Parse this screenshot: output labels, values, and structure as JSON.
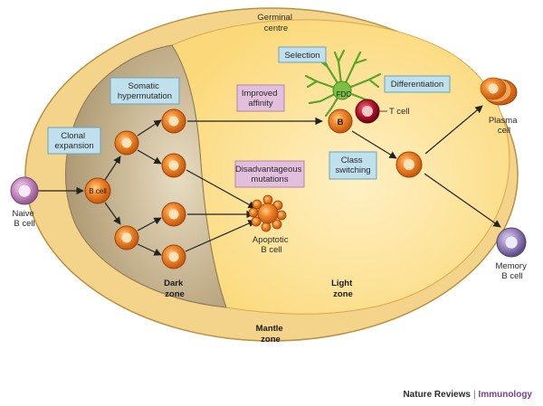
{
  "labels": {
    "germinal_centre": [
      "Germinal",
      "centre"
    ],
    "mantle_zone": [
      "Mantle",
      "zone"
    ],
    "dark_zone": [
      "Dark",
      "zone"
    ],
    "light_zone": [
      "Light",
      "zone"
    ],
    "naive_b_cell": [
      "Naive",
      "B cell"
    ],
    "b_cell": "B cell",
    "apoptotic_b_cell": [
      "Apoptotic",
      "B cell"
    ],
    "fdc": "FDC",
    "b": "B",
    "t_cell": "T cell",
    "plasma_cell": [
      "Plasma",
      "cell"
    ],
    "memory_b_cell": [
      "Memory",
      "B cell"
    ]
  },
  "boxes": {
    "clonal_expansion": [
      "Clonal",
      "expansion"
    ],
    "somatic_hypermutation": [
      "Somatic",
      "hypermutation"
    ],
    "improved_affinity": [
      "Improved",
      "affinity"
    ],
    "disadvantageous_mutations": [
      "Disadvantageous",
      "mutations"
    ],
    "selection": [
      "Selection"
    ],
    "differentiation": [
      "Differentiation"
    ],
    "class_switching": [
      "Class",
      "switching"
    ]
  },
  "credit": {
    "publisher": "Nature Reviews",
    "separator": "|",
    "journal": "Immunology"
  },
  "colors": {
    "mantle_zone": "#f3d48a",
    "light_zone": "#fde5a2",
    "dark_zone": "#b6a27e",
    "cell_orange": "#e8731e",
    "naive_cell": "#c98bc3",
    "memory_cell": "#9a86c0",
    "t_cell": "#b3122a",
    "blue_box": "#bfe0ec",
    "pink_box": "#e2bfdc",
    "journal": "#7b3f98"
  }
}
